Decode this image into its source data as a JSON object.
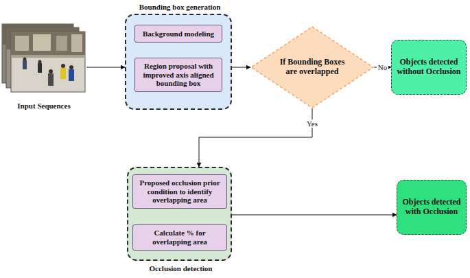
{
  "diagram": {
    "nodes": [
      {
        "text": [
          "Input Sequences"
        ]
      },
      {
        "text": [
          "Bounding box generation"
        ]
      },
      {
        "text": [
          "Background modeling"
        ],
        "in": 1
      },
      {
        "text": [
          "Region proposal with improved axis aligned bounding box"
        ],
        "in": 1
      },
      {
        "text": [
          "If Bounding Boxes are overlapped"
        ]
      },
      {
        "text": [
          "Objects detected without Occlusion"
        ]
      },
      {
        "text": [
          "Occlusion detection"
        ]
      },
      {
        "text": [
          "Proposed occlusion prior condition to identify overlapping area"
        ],
        "in": 6
      },
      {
        "text": [
          "Calculate % for overlapping area"
        ],
        "in": 6
      },
      {
        "text": [
          "Objects detected with Occlusion"
        ]
      }
    ],
    "edges": [
      {
        "from": 0,
        "to": 1,
        "arrow": "to"
      },
      {
        "from": 2,
        "to": 3,
        "arrow": "to"
      },
      {
        "from": 1,
        "to": 4,
        "arrow": "to"
      },
      {
        "from": 4,
        "to": 5,
        "label": "No",
        "arrow": "to"
      },
      {
        "from": 4,
        "to": 6,
        "label": "Yes",
        "arrow": "to"
      },
      {
        "from": 7,
        "to": 8,
        "arrow": "to"
      },
      {
        "from": 6,
        "to": 9,
        "arrow": "to"
      }
    ]
  }
}
